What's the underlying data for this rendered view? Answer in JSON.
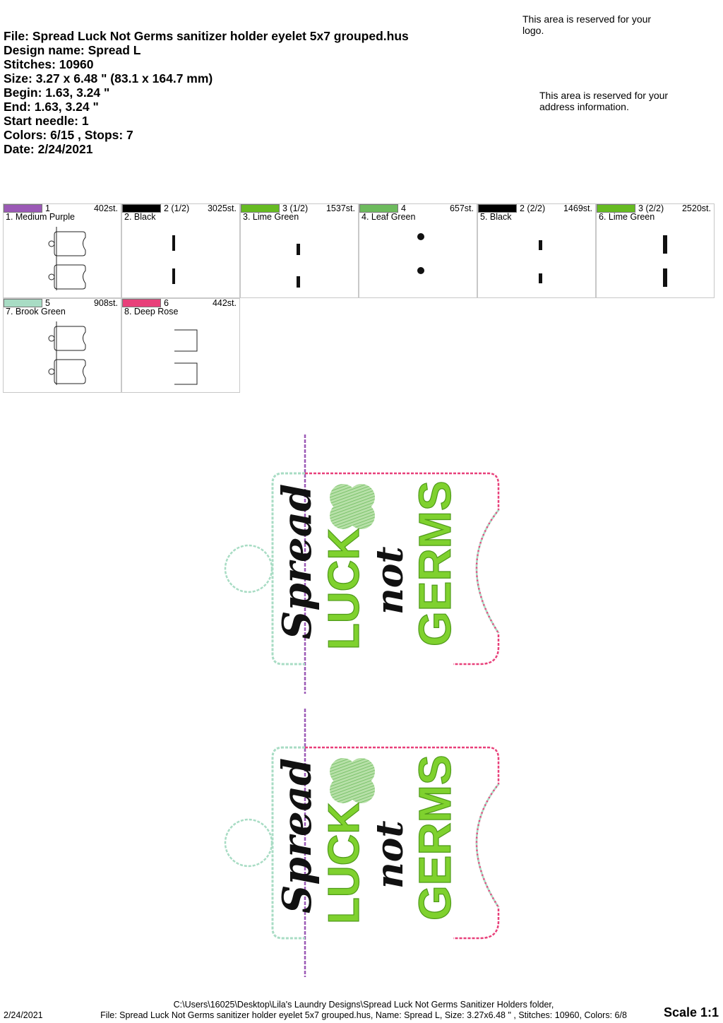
{
  "header": {
    "file": "File: Spread Luck Not Germs sanitizer holder eyelet 5x7 grouped.hus",
    "design_name": "Design name: Spread L",
    "stitches": "Stitches: 10960",
    "size": "Size: 3.27 x 6.48 \" (83.1 x 164.7 mm)",
    "begin": "Begin: 1.63, 3.24 \"",
    "end": "End: 1.63, 3.24 \"",
    "start_needle": "Start needle: 1",
    "colors": "Colors: 6/15 , Stops: 7",
    "date": "Date: 2/24/2021"
  },
  "notes": {
    "logo": "This area is reserved for your logo.",
    "address": "This area is reserved for your address information."
  },
  "color_stops": [
    {
      "needle": "1",
      "stitches": "402st.",
      "name": "1. Medium Purple",
      "color": "#9b59b6",
      "thumb": "outline"
    },
    {
      "needle": "2 (1/2)",
      "stitches": "3025st.",
      "name": "2. Black",
      "color": "#000000",
      "thumb": "word-black"
    },
    {
      "needle": "3 (1/2)",
      "stitches": "1537st.",
      "name": "3. Lime Green",
      "color": "#66bb22",
      "thumb": "word-green"
    },
    {
      "needle": "4",
      "stitches": "657st.",
      "name": "4. Leaf Green",
      "color": "#6dbb5d",
      "thumb": "dot"
    },
    {
      "needle": "2 (2/2)",
      "stitches": "1469st.",
      "name": "5. Black",
      "color": "#000000",
      "thumb": "small-black"
    },
    {
      "needle": "3 (2/2)",
      "stitches": "2520st.",
      "name": "6. Lime Green",
      "color": "#66bb22",
      "thumb": "word-green-2"
    },
    {
      "needle": "5",
      "stitches": "908st.",
      "name": "7. Brook Green",
      "color": "#a8dcc4",
      "thumb": "outline"
    },
    {
      "needle": "6",
      "stitches": "442st.",
      "name": "8. Deep Rose",
      "color": "#e8407a",
      "thumb": "rose"
    }
  ],
  "design_text": {
    "word1": "Spread",
    "word2": "LUCK",
    "word3": "not",
    "word4": "GERMS"
  },
  "footer": {
    "date": "2/24/2021",
    "path_line1": "C:\\Users\\16025\\Desktop\\Lila's Laundry Designs\\Spread Luck Not Germs Sanitizer Holders folder,",
    "path_line2": "File: Spread Luck Not Germs sanitizer holder eyelet 5x7 grouped.hus, Name: Spread L, Size: 3.27x6.48 \" , Stitches: 10960, Colors: 6/8",
    "scale": "Scale 1:1"
  }
}
